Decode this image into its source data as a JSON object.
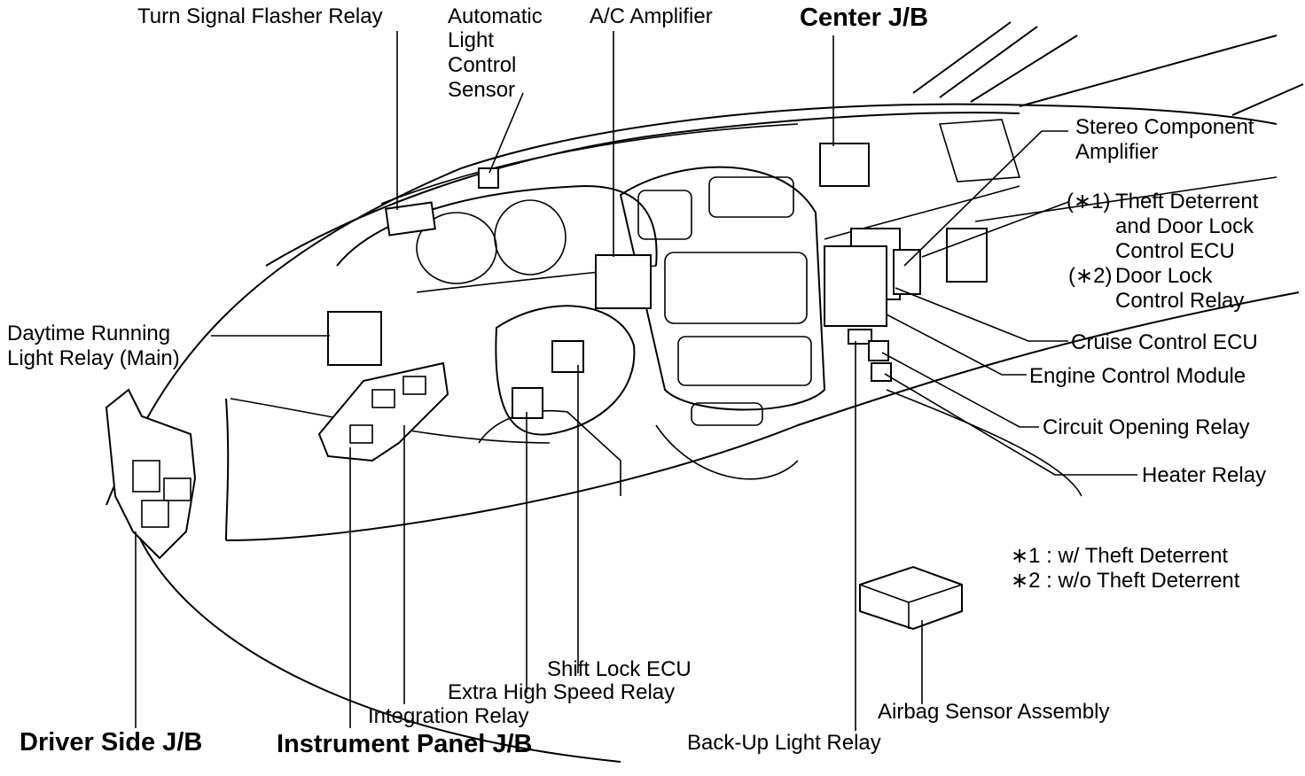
{
  "labels": {
    "turn_signal": "Turn Signal Flasher Relay",
    "auto_light_1": "Automatic",
    "auto_light_2": "Light",
    "auto_light_3": "Control",
    "auto_light_4": "Sensor",
    "ac_amplifier": "A/C Amplifier",
    "center_jb": "Center J/B",
    "stereo_1": "Stereo Component",
    "stereo_2": "Amplifier",
    "note1_marker": "(∗1)",
    "theft_1": "Theft Deterrent",
    "theft_2": "and Door Lock",
    "theft_3": "Control ECU",
    "note2_marker": "(∗2)",
    "door_lock_1": "Door Lock",
    "door_lock_2": "Control Relay",
    "cruise": "Cruise Control ECU",
    "ecm": "Engine Control Module",
    "circuit_opening": "Circuit Opening Relay",
    "heater": "Heater Relay",
    "drl_1": "Daytime Running",
    "drl_2": "Light Relay (Main)",
    "shift_lock": "Shift Lock ECU",
    "extra_high": "Extra High Speed Relay",
    "integration": "Integration Relay",
    "airbag": "Airbag Sensor Assembly",
    "driver_jb": "Driver Side J/B",
    "instrument_jb": "Instrument Panel J/B",
    "backup": "Back-Up Light Relay"
  },
  "legend": {
    "note1": "∗1 : w/ Theft Deterrent",
    "note2": "∗2 : w/o Theft Deterrent"
  }
}
